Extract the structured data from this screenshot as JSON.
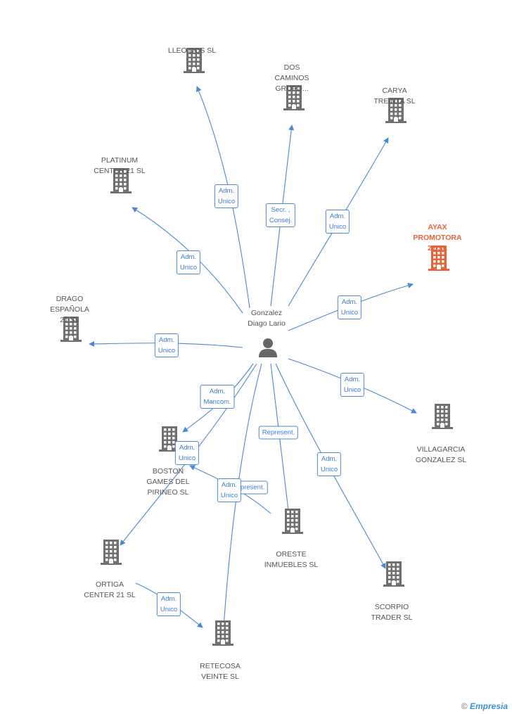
{
  "center": {
    "name": "Gonzalez\nDiago Lario"
  },
  "nodes": [
    {
      "id": "lleo",
      "name": "LLEO DOS SL",
      "focus": false
    },
    {
      "id": "dos",
      "name": "DOS\nCAMINOS\nGRUPO...",
      "focus": false
    },
    {
      "id": "carya",
      "name": "CARYA\nTREINTA SL",
      "focus": false
    },
    {
      "id": "platinum",
      "name": "PLATINUM\nCENTER 21 SL",
      "focus": false
    },
    {
      "id": "ayax",
      "name": "AYAX\nPROMOTORA\n21 SL",
      "focus": true
    },
    {
      "id": "drago",
      "name": "DRAGO\nESPAÑOLA\n21 SL",
      "focus": false
    },
    {
      "id": "villagarcia",
      "name": "VILLAGARCIA\nGONZALEZ SL",
      "focus": false
    },
    {
      "id": "boston",
      "name": "BOSTON\nGAMES DEL\nPIRINEO  SL",
      "focus": false
    },
    {
      "id": "oreste",
      "name": "ORESTE\nINMUEBLES SL",
      "focus": false
    },
    {
      "id": "scorpio",
      "name": "SCORPIO\nTRADER SL",
      "focus": false
    },
    {
      "id": "ortiga",
      "name": "ORTIGA\nCENTER 21 SL",
      "focus": false
    },
    {
      "id": "retecosa",
      "name": "RETECOSA\nVEINTE SL",
      "focus": false
    }
  ],
  "edge_labels": [
    {
      "id": "e-lleo",
      "text": "Adm.\nUnico"
    },
    {
      "id": "e-dos",
      "text": "Secr. ,\nConsej."
    },
    {
      "id": "e-carya",
      "text": "Adm.\nUnico"
    },
    {
      "id": "e-platinum",
      "text": "Adm.\nUnico"
    },
    {
      "id": "e-ayax",
      "text": "Adm.\nUnico"
    },
    {
      "id": "e-drago",
      "text": "Adm.\nUnico"
    },
    {
      "id": "e-villagarcia",
      "text": "Adm.\nUnico"
    },
    {
      "id": "e-boston-mancom",
      "text": "Adm.\nMancom."
    },
    {
      "id": "e-oreste",
      "text": "Represent."
    },
    {
      "id": "e-scorpio",
      "text": "Adm.\nUnico"
    },
    {
      "id": "e-boston-unico",
      "text": "Adm.\nUnico"
    },
    {
      "id": "e-boston-represent",
      "text": "Represent."
    },
    {
      "id": "e-retecosa-unico",
      "text": "Adm.\nUnico"
    },
    {
      "id": "e-ortiga-retecosa",
      "text": "Adm.\nUnico"
    }
  ],
  "colors": {
    "edge": "#4a89d6",
    "building": "#707070",
    "focus": "#e8623a",
    "person": "#666666"
  },
  "footer": {
    "copyright": "©",
    "brand": "Empresia"
  }
}
